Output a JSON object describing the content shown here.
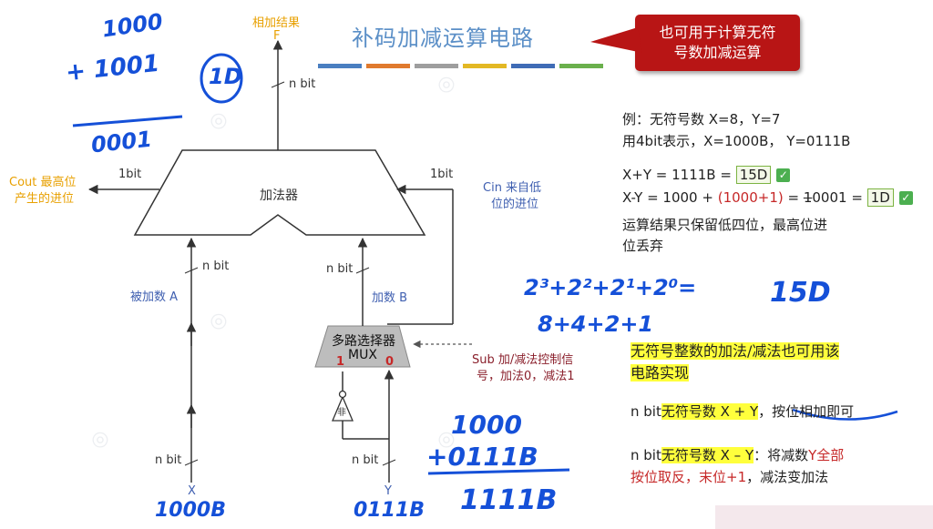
{
  "title": "补码加减运算电路",
  "title_bar_colors": [
    "#4a7fc1",
    "#e07a2e",
    "#9e9e9e",
    "#e3b824",
    "#3f6cb6",
    "#6ab04c"
  ],
  "callout": {
    "line1": "也可用于计算无符",
    "line2": "号数加减运算"
  },
  "circuit": {
    "result_label_1": "相加结果",
    "result_label_2": "F",
    "top_bus": "n bit",
    "adder_label": "加法器",
    "cout_1": "Cout 最高位",
    "cout_2": "产生的进位",
    "cout_bits": "1bit",
    "cin_bits": "1bit",
    "cin_1": "Cin 来自低",
    "cin_2": "位的进位",
    "a_bus": "n bit",
    "a_label": "被加数 A",
    "b_bus": "n bit",
    "b_label": "加数 B",
    "mux_label_1": "多路选择器",
    "mux_label_2": "MUX",
    "mux_in1": "1",
    "mux_in0": "0",
    "not_label": "非",
    "sub_1": "Sub 加/减法控制信",
    "sub_2": "号，加法0，减法1",
    "x_bus": "n bit",
    "x_label": "X",
    "y_bus": "n bit",
    "y_label": "Y"
  },
  "example": {
    "line1": "例：无符号数 X=8，Y=7",
    "line2": "用4bit表示，X=1000B，  Y=0111B",
    "sum_prefix": "X+Y = 1111B  = ",
    "sum_box": "15D",
    "diff_prefix": "X-Y = 1000 + ",
    "diff_red": "(1000+1)",
    "diff_mid": " = ",
    "diff_strike": "1",
    "diff_rest": "0001 = ",
    "diff_box": "1D",
    "note1": "运算结果只保留低四位，最高位进",
    "note2": "位丢弃",
    "check": "✓"
  },
  "notes": {
    "hl1": "无符号整数的加法/减法也可用该",
    "hl2": "电路实现",
    "add_prefix": "n bit",
    "add_hl": "无符号数 X + Y",
    "add_rest": "，按位相加即可",
    "sub_prefix": "n bit",
    "sub_hl": "无符号数 X – Y",
    "sub_rest1": "：将减数",
    "sub_red1": "Y全部",
    "sub_red2": "按位取反，末位+1",
    "sub_rest2": "，减法变加法"
  },
  "handwriting": {
    "tl_1": "1000",
    "tl_2": "+ 1001",
    "tl_3": "0001",
    "tl_circle": "1D",
    "mid_1": "2³+2²+2¹+2⁰=",
    "mid_2": "15D",
    "mid_3": "8+4+2+1",
    "bot_1": "1000",
    "bot_2": "+0111B",
    "bot_3": "1111B",
    "x_val": "1000B",
    "y_val": "0111B"
  }
}
